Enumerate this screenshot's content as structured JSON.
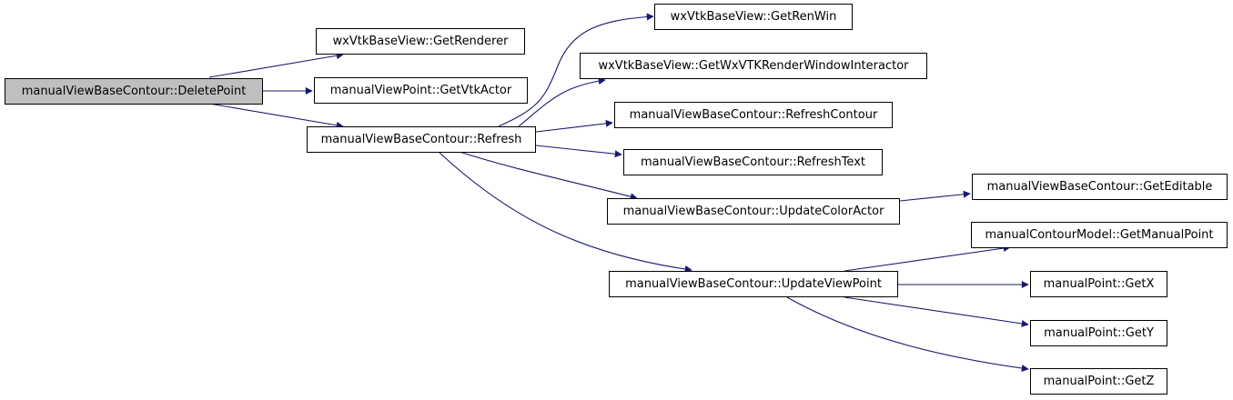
{
  "colors": {
    "edge": "#191970",
    "root_fill": "#bfbfbf",
    "node_fill": "#ffffff",
    "node_border": "#000000"
  },
  "nodes": {
    "delete_point": "manualViewBaseContour::DeletePoint",
    "get_renderer": "wxVtkBaseView::GetRenderer",
    "get_vtk_actor": "manualViewPoint::GetVtkActor",
    "refresh": "manualViewBaseContour::Refresh",
    "get_ren_win": "wxVtkBaseView::GetRenWin",
    "get_interactor": "wxVtkBaseView::GetWxVTKRenderWindowInteractor",
    "refresh_contour": "manualViewBaseContour::RefreshContour",
    "refresh_text": "manualViewBaseContour::RefreshText",
    "update_color_actor": "manualViewBaseContour::UpdateColorActor",
    "get_editable": "manualViewBaseContour::GetEditable",
    "update_view_point": "manualViewBaseContour::UpdateViewPoint",
    "get_manual_point": "manualContourModel::GetManualPoint",
    "get_x": "manualPoint::GetX",
    "get_y": "manualPoint::GetY",
    "get_z": "manualPoint::GetZ"
  },
  "edges": [
    [
      "delete_point",
      "get_renderer"
    ],
    [
      "delete_point",
      "get_vtk_actor"
    ],
    [
      "delete_point",
      "refresh"
    ],
    [
      "refresh",
      "get_ren_win"
    ],
    [
      "refresh",
      "get_interactor"
    ],
    [
      "refresh",
      "refresh_contour"
    ],
    [
      "refresh",
      "refresh_text"
    ],
    [
      "refresh",
      "update_color_actor"
    ],
    [
      "refresh",
      "update_view_point"
    ],
    [
      "update_color_actor",
      "get_editable"
    ],
    [
      "update_view_point",
      "get_manual_point"
    ],
    [
      "update_view_point",
      "get_x"
    ],
    [
      "update_view_point",
      "get_y"
    ],
    [
      "update_view_point",
      "get_z"
    ]
  ]
}
